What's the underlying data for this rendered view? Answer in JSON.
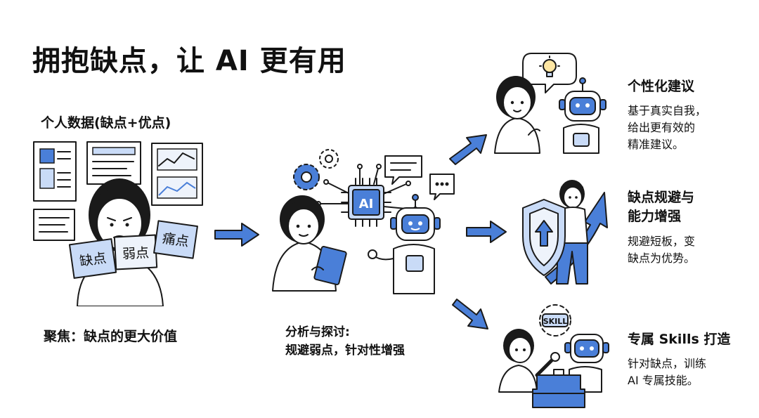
{
  "title": "拥抱缺点，让 AI 更有用",
  "left": {
    "heading": "个人数据(缺点+优点)",
    "cards": [
      "缺点",
      "弱点",
      "痛点"
    ],
    "caption": "聚焦：缺点的更大价值"
  },
  "center": {
    "chip_label": "AI",
    "caption_line1": "分析与探讨:",
    "caption_line2": "规避弱点，针对性增强"
  },
  "outcomes": [
    {
      "title": "个性化建议",
      "desc_line1": "基于真实自我，",
      "desc_line2": "给出更有效的",
      "desc_line3": "精准建议。"
    },
    {
      "title_line1": "缺点规避与",
      "title_line2": "能力增强",
      "desc_line1": "规避短板，变",
      "desc_line2": "缺点为优势。"
    },
    {
      "title": "专属 Skills 打造",
      "desc_line1": "针对缺点，训练",
      "desc_line2": "AI 专属技能。",
      "badge": "SKILL"
    }
  ],
  "colors": {
    "accent": "#4a7fd8",
    "accent_light": "#c9dbf7",
    "ink": "#1a1a1a",
    "pale": "#eef3fb"
  }
}
